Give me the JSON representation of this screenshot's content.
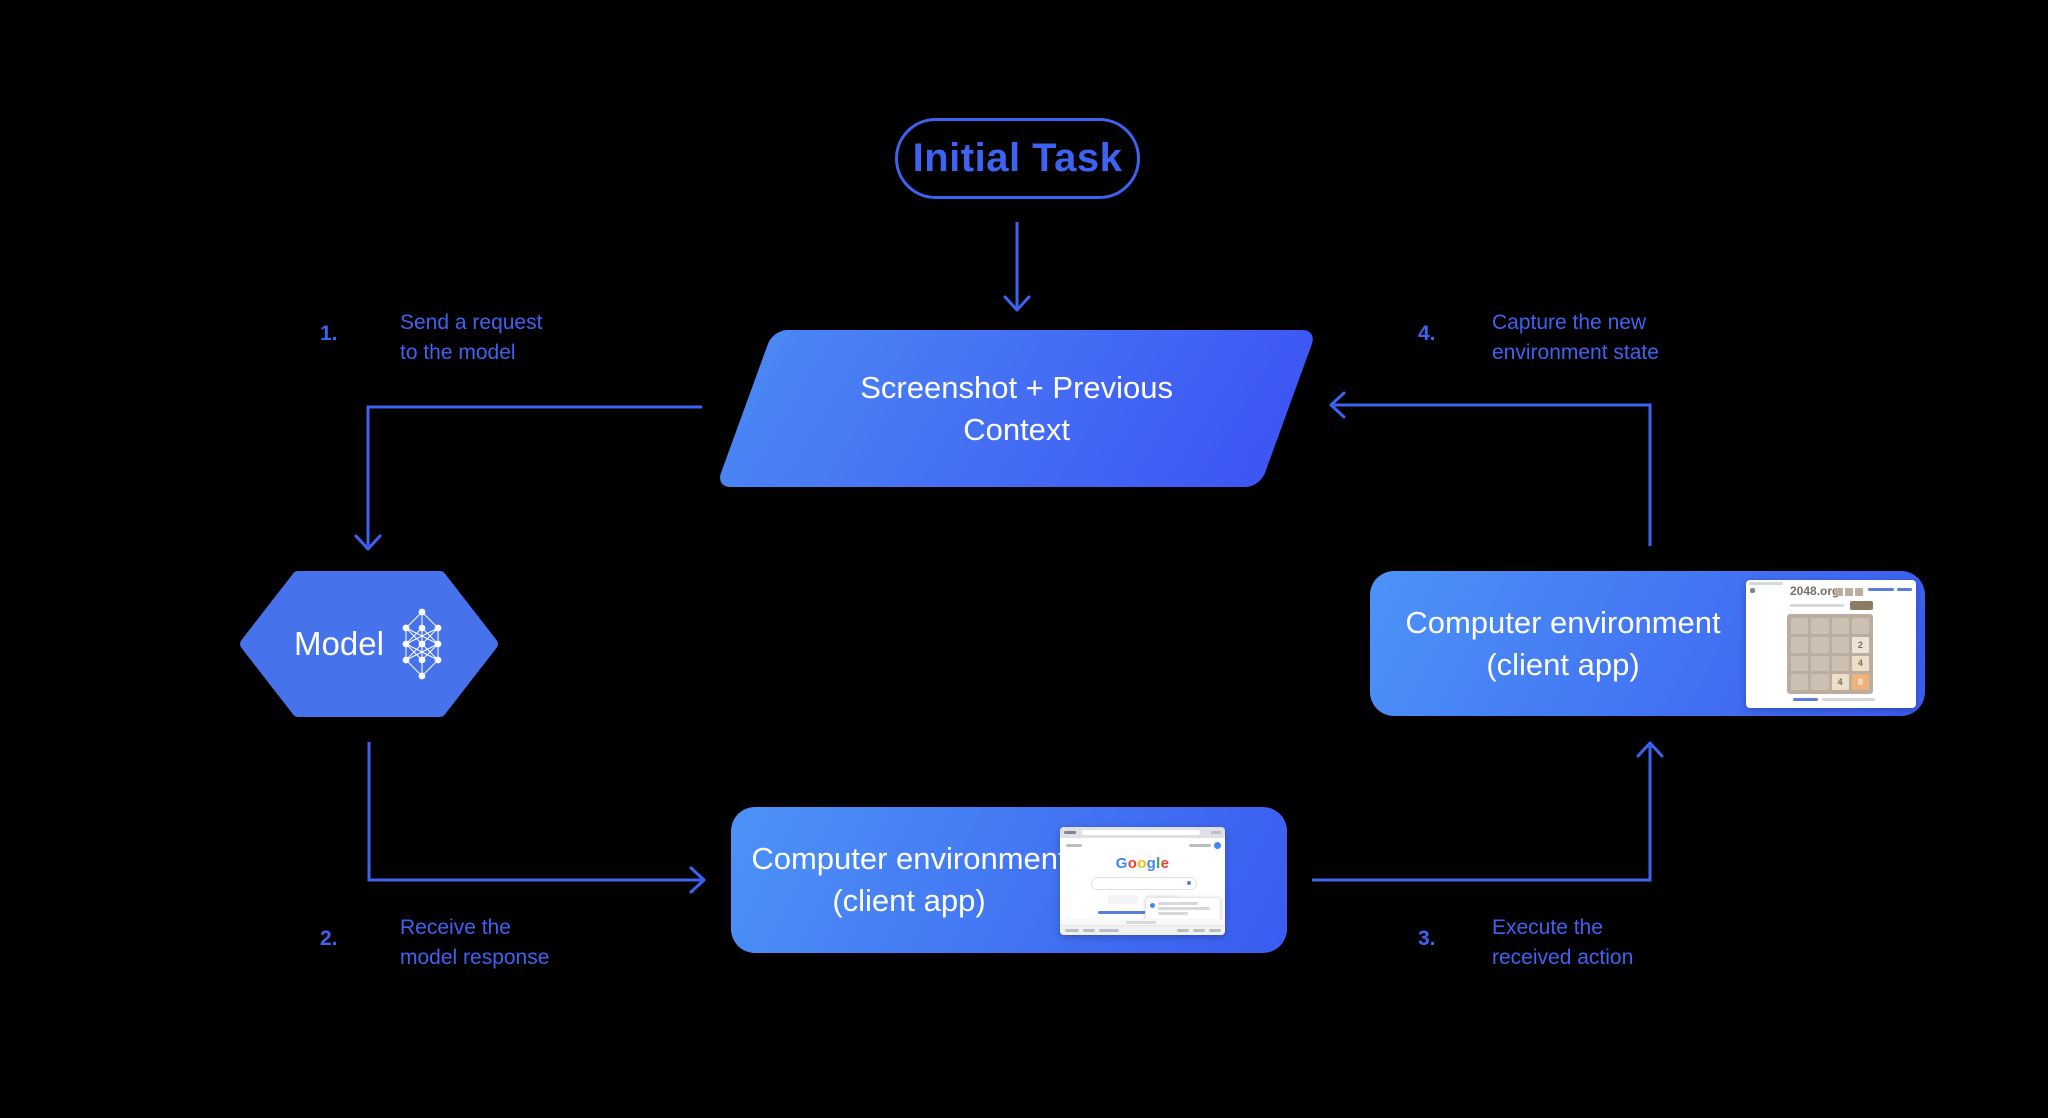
{
  "diagram": {
    "initial_task": "Initial Task",
    "screenshot_node": {
      "line1": "Screenshot + Previous",
      "line2": "Context"
    },
    "model_node": "Model",
    "env_node_bottom": {
      "line1": "Computer environment",
      "line2": "(client app)"
    },
    "env_node_right": {
      "line1": "Computer environment",
      "line2": "(client app)"
    },
    "steps": [
      {
        "num": "1.",
        "line1": "Send a request",
        "line2": "to the model"
      },
      {
        "num": "2.",
        "line1": "Receive the",
        "line2": "model response"
      },
      {
        "num": "3.",
        "line1": "Execute the",
        "line2": "received action"
      },
      {
        "num": "4.",
        "line1": "Capture the new",
        "line2": "environment state"
      }
    ]
  },
  "colors": {
    "background": "#000000",
    "accent_blue": "#3D63F2",
    "shape_gradient_light": "#4C93F6",
    "shape_gradient_dark": "#3B5BF1",
    "hexagon_fill": "#4673EB",
    "tile_2048_orange": "#f2b179"
  },
  "google_mini": {
    "logo": [
      "G",
      "o",
      "o",
      "g",
      "l",
      "e"
    ]
  },
  "mini_2048": {
    "site": "2048.org",
    "tiles": [
      "2",
      "4",
      "4",
      "8"
    ]
  }
}
